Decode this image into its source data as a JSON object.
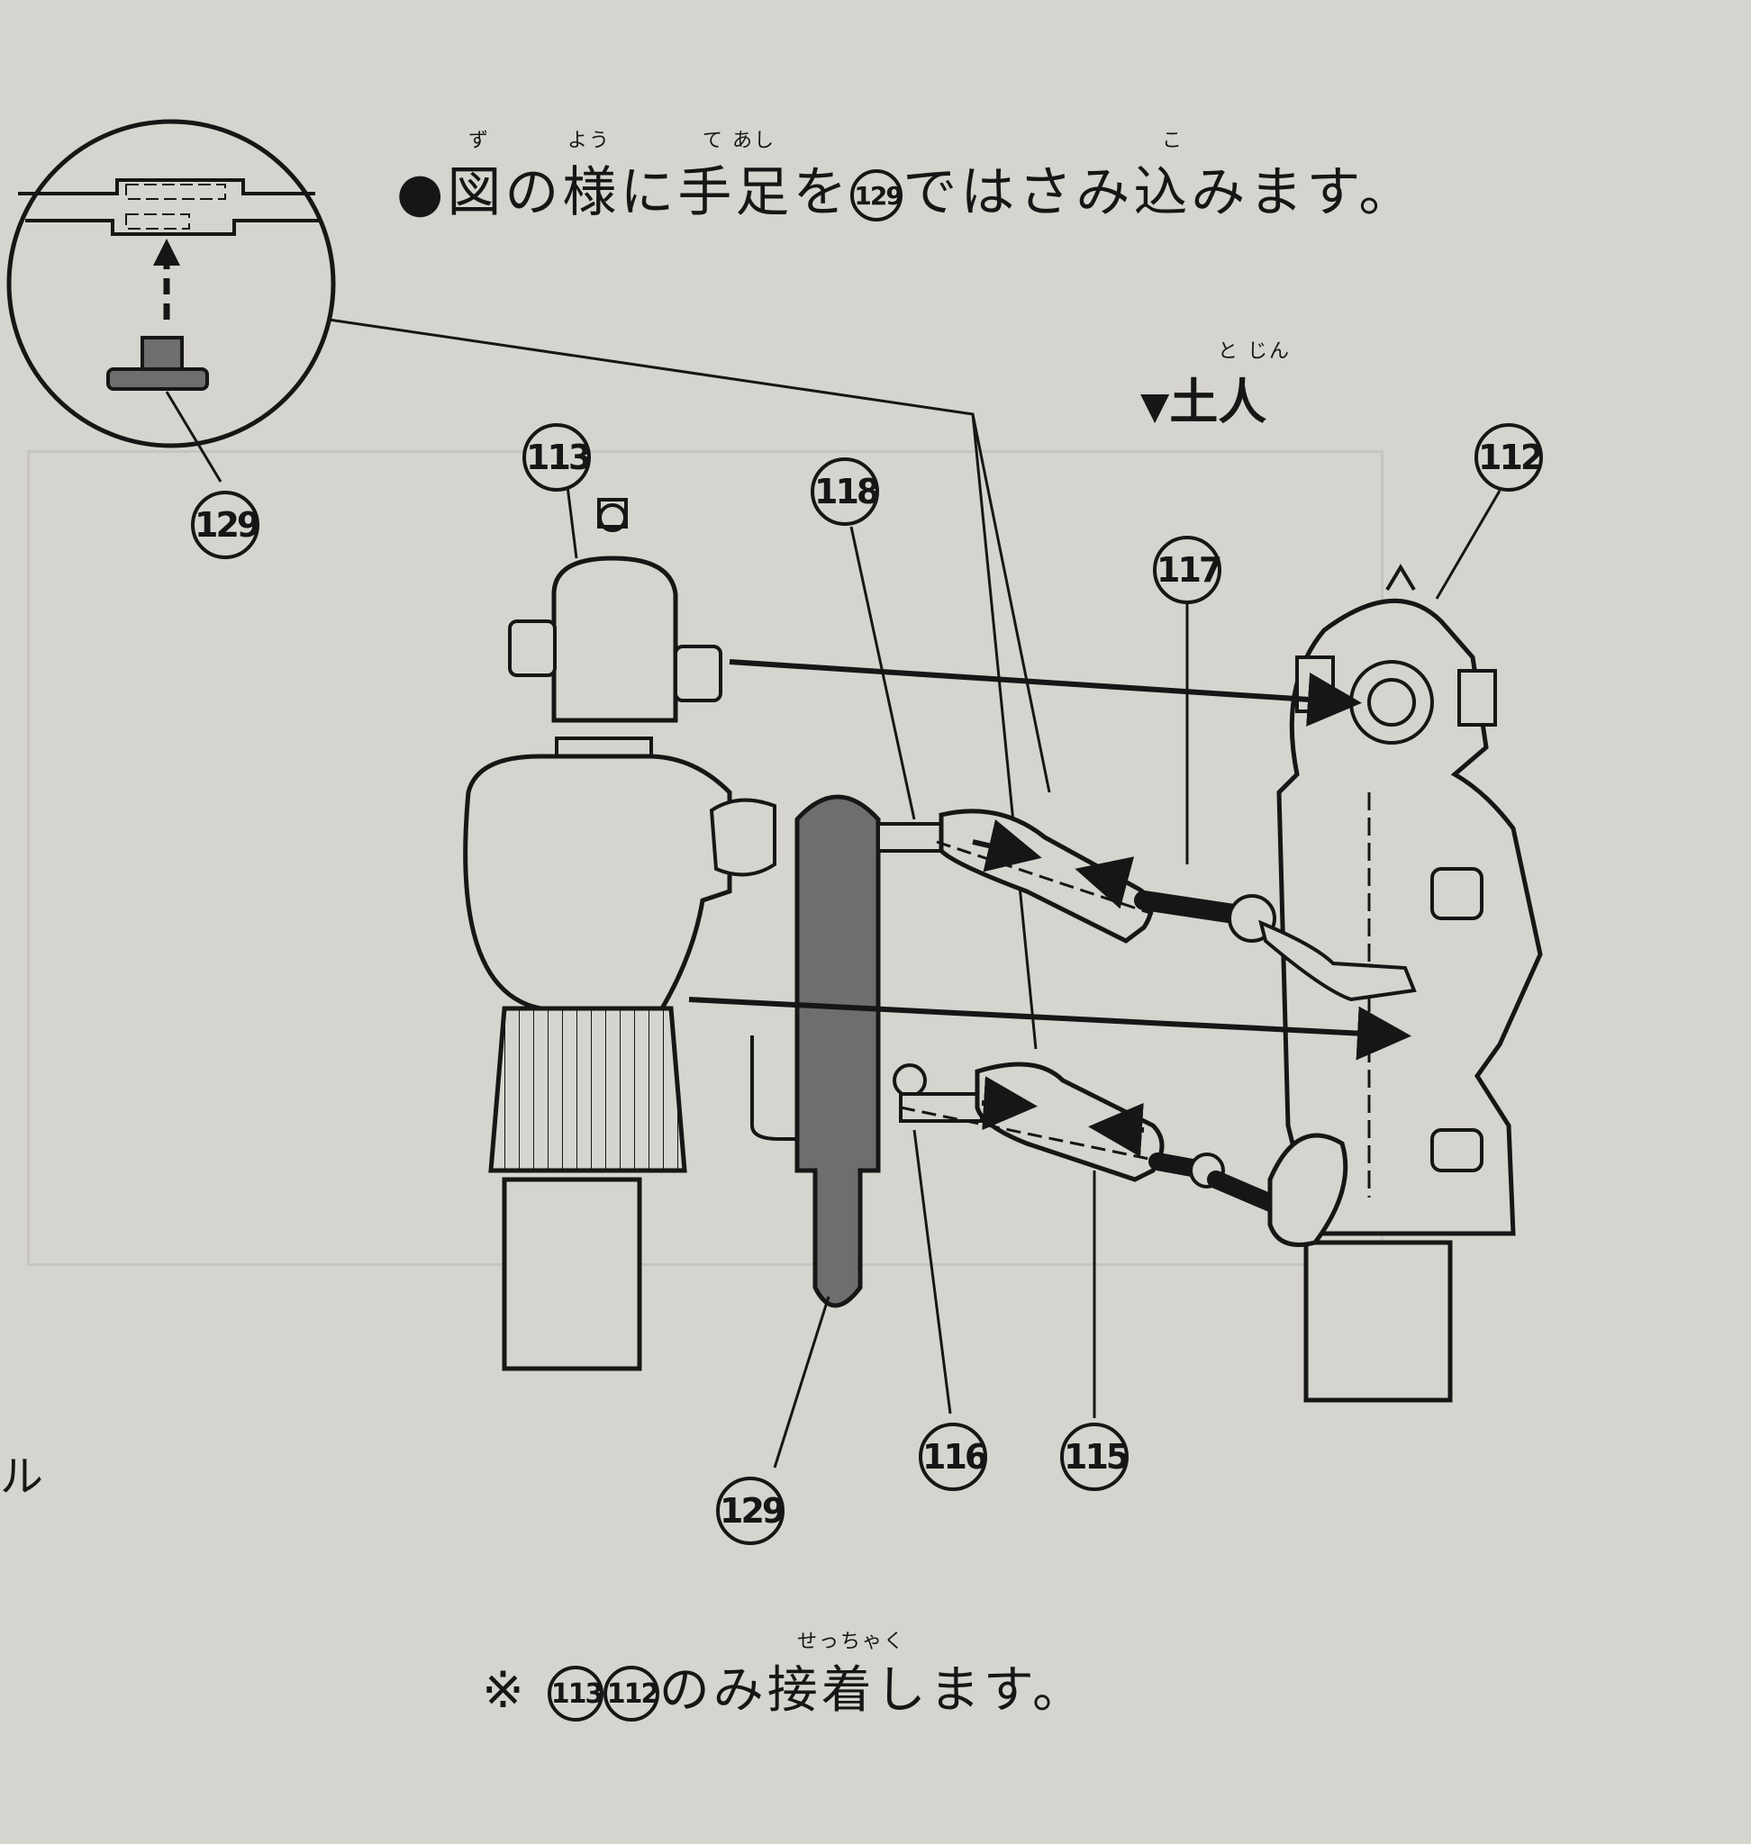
{
  "header": {
    "bullet": "●",
    "text": "図の様に手足を",
    "ref": "129",
    "text2": "ではさみ込みます。",
    "ruby": {
      "zu": "ず",
      "you": "よう",
      "teashi": "て あし",
      "komi": "こ"
    }
  },
  "section_title": {
    "marker": "▼",
    "text": "土人",
    "ruby": "と じん"
  },
  "part_labels": {
    "inset": "129",
    "head": "113",
    "body": "112",
    "upper_arm": "118",
    "forearm": "117",
    "board": "129",
    "thigh": "116",
    "shin": "115"
  },
  "footer": {
    "mark": "※",
    "ref1": "113",
    "ref2": "112",
    "text": "のみ接着します。",
    "ruby": "せっちゃく"
  },
  "edge_text": "ル",
  "colors": {
    "paper": "#d6d4cf",
    "ink": "#161616",
    "shade": "#6e6e6e"
  }
}
